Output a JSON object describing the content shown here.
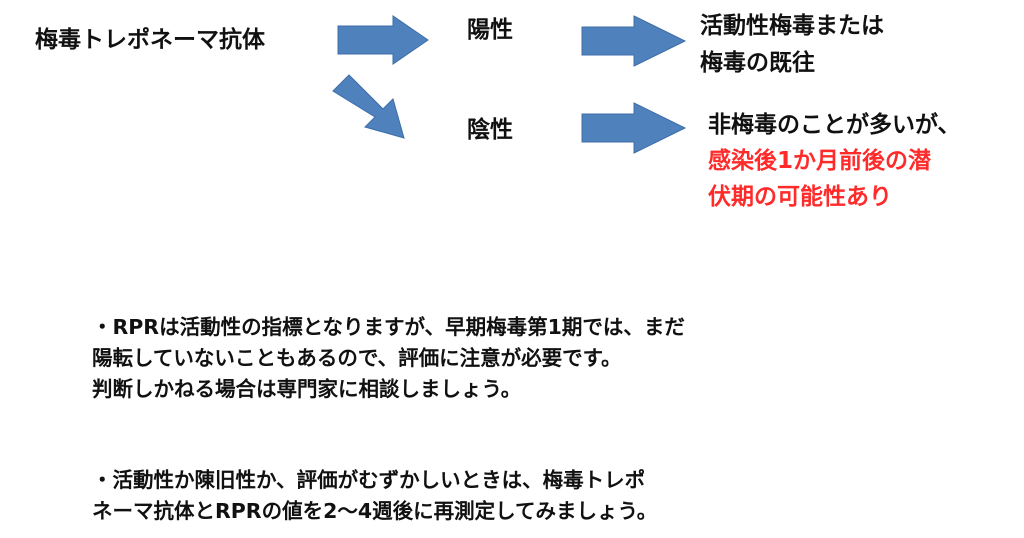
{
  "flow": {
    "antibody": "梅毒トレポネーマ抗体",
    "positive": "陽性",
    "negative": "陰性",
    "positive_result": {
      "line1": "活動性梅毒または",
      "line2": "梅毒の既往"
    },
    "negative_result": {
      "line1": "非梅毒のことが多いが、",
      "line2": "感染後1か月前後の潜",
      "line3": "伏期の可能性あり"
    },
    "highlight_color": "#ff2a2a",
    "arrow_color": "#4f81bd"
  },
  "notes": [
    {
      "line1": "・RPRは活動性の指標となりますが、早期梅毒第1期では、まだ",
      "line2": "陽転していないこともあるので、評価に注意が必要です。",
      "line3": "判断しかねる場合は専門家に相談しましょう。"
    },
    {
      "line1": "・活動性か陳旧性か、評価がむずかしいときは、梅毒トレポ",
      "line2": "ネーマ抗体とRPRの値を2～4週後に再測定してみましょう。"
    }
  ]
}
